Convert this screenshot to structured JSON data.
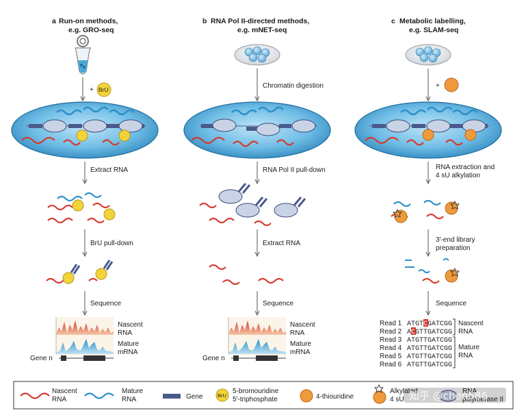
{
  "panels": [
    {
      "letter": "a",
      "title_line1": "Run-on methods,",
      "title_line2": "e.g. GRO-seq",
      "step1": "+",
      "step2": "Extract RNA",
      "step3": "BrU pull-down",
      "step4": "Sequence"
    },
    {
      "letter": "b",
      "title_line1": "RNA Pol II-directed methods,",
      "title_line2": "e.g. mNET-seq",
      "step1": "Chromatin digestion",
      "step2": "RNA Pol II pull-down",
      "step3": "Extract RNA",
      "step4": "Sequence"
    },
    {
      "letter": "c",
      "title_line1": "Metabolic labelling,",
      "title_line2": "e.g. SLAM-seq",
      "step1": "+",
      "step2_line1": "RNA extraction and",
      "step2_line2": "4 sU alkylation",
      "step3_line1": "3′-end library",
      "step3_line2": "preparation",
      "step4": "Sequence"
    }
  ],
  "bru_label": "BrU",
  "track_labels": {
    "nascent_line1": "Nascent",
    "nascent_line2": "RNA",
    "mature_line1": "Mature",
    "mature_line2": "mRNA",
    "gene": "Gene n"
  },
  "reads": [
    {
      "label": "Read 1",
      "pre": "ATGT",
      "mark": "C",
      "post": "GATCGG"
    },
    {
      "label": "Read 2",
      "pre": "A",
      "mark": "C",
      "post": "GTTGATCGG"
    },
    {
      "label": "Read 3",
      "pre": "ATGTTGATCGG",
      "mark": "",
      "post": ""
    },
    {
      "label": "Read 4",
      "pre": "ATGTTGATCGG",
      "mark": "",
      "post": ""
    },
    {
      "label": "Read 5",
      "pre": "ATGTTGATCGG",
      "mark": "",
      "post": ""
    },
    {
      "label": "Read 6",
      "pre": "ATGTTGATCGG",
      "mark": "",
      "post": ""
    }
  ],
  "read_groups": {
    "nascent_line1": "Nascent",
    "nascent_line2": "RNA",
    "mature_line1": "Mature",
    "mature_line2": "RNA"
  },
  "legend": {
    "nascent_line1": "Nascent",
    "nascent_line2": "RNA",
    "mature_line1": "Mature",
    "mature_line2": "RNA",
    "gene": "Gene",
    "bru_line1": "5-bromouridine",
    "bru_line2": "5′-triphosphate",
    "thio": "4-thiouridine",
    "alk_line1": "Alkylated",
    "alk_line2": "4 sU",
    "pol_line1": "RNA",
    "pol_line2": "polymerase II"
  },
  "watermark": "知乎 @chen586",
  "colors": {
    "nascent": "#d63a2f",
    "mature": "#2a8fc7",
    "cell": "#4aa8d8",
    "bru": "#f2d43a",
    "thio": "#ef9a3c",
    "gene": "#4a5a8a",
    "polymerase": "#c9d3e6",
    "highlight": "#d63a2f"
  }
}
